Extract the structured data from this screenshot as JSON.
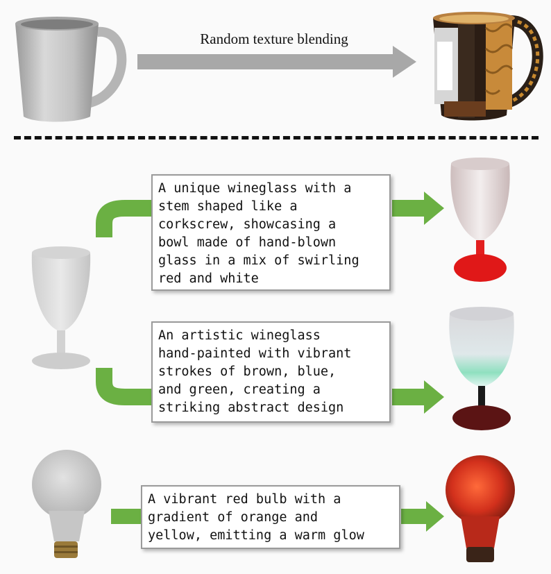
{
  "top_arrow_label": "Random texture blending",
  "prompts": [
    "A unique wineglass with a\nstem shaped like a\ncorkscrew, showcasing a\nbowl made of hand-blown\nglass in a mix of swirling\nred and white",
    "An artistic wineglass\nhand-painted with vibrant\nstrokes of brown, blue,\nand green, creating a\nstriking abstract design",
    "A vibrant red bulb with a\ngradient of orange and\nyellow, emitting a warm glow"
  ],
  "colors": {
    "gray_arrow": "#a8a8a8",
    "green_arrow": "#6bb043",
    "divider": "#111111"
  }
}
